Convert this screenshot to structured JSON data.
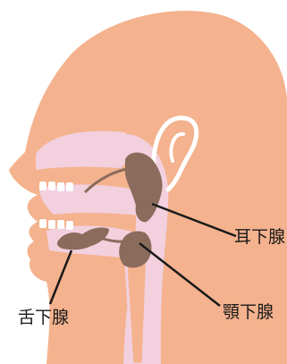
{
  "labels": {
    "parotid": "耳下腺",
    "submandibular": "顎下腺",
    "sublingual": "舌下腺"
  },
  "colors": {
    "skin": "#f4b28e",
    "mucosa": "#f2d0de",
    "gland": "#8b6b5c",
    "leader": "#1a1a1a",
    "ear": "#ffffff"
  }
}
